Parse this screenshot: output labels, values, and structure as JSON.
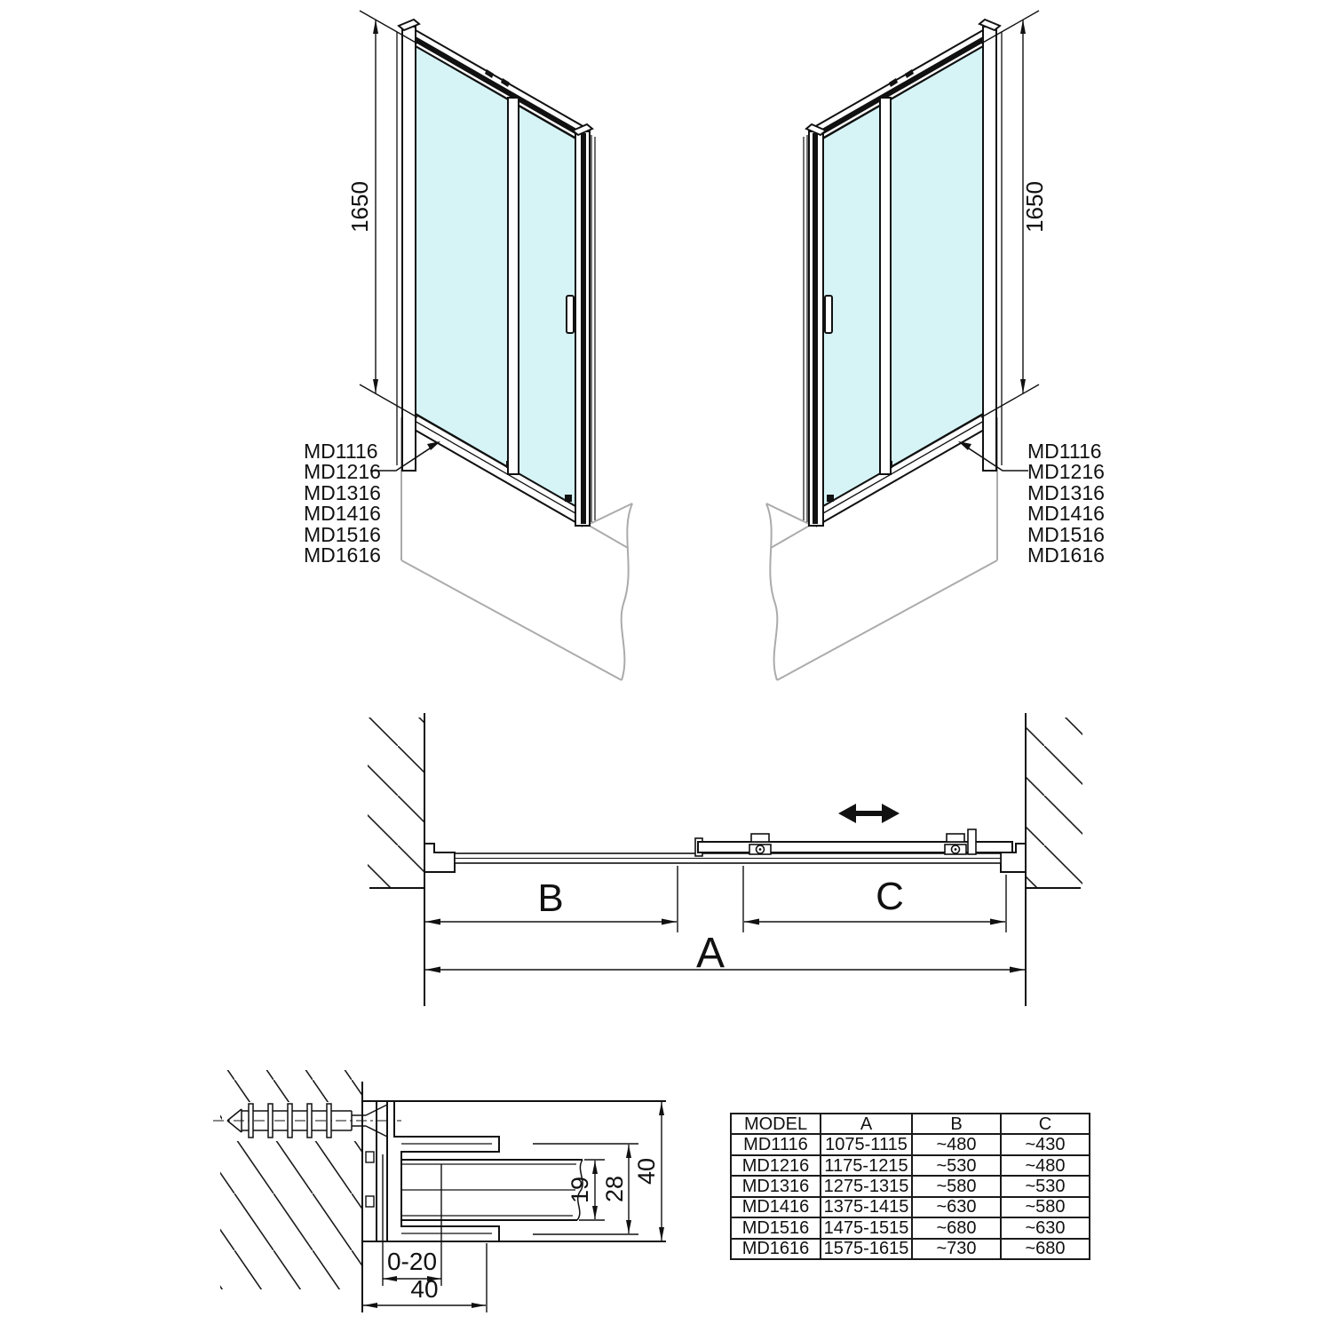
{
  "drawing": {
    "kind": "sliding bath screen dimension diagram",
    "glass_color": "#d6f4f6",
    "line_color": "#111111",
    "tub_line_color": "#ababab"
  },
  "elevation_left": {
    "height_label": "1650",
    "models": [
      "MD1116",
      "MD1216",
      "MD1316",
      "MD1416",
      "MD1516",
      "MD1616"
    ]
  },
  "elevation_right": {
    "height_label": "1650",
    "models": [
      "MD1116",
      "MD1216",
      "MD1316",
      "MD1416",
      "MD1516",
      "MD1616"
    ]
  },
  "plan": {
    "dim_b": "B",
    "dim_c": "C",
    "dim_a": "A"
  },
  "section": {
    "dim_gap": "0-20",
    "dim_depth": "40",
    "dim_glass_pocket": "19",
    "dim_profile_inner": "28",
    "dim_profile_outer": "40"
  },
  "table": {
    "headers": [
      "MODEL",
      "A",
      "B",
      "C"
    ],
    "rows": [
      [
        "MD1116",
        "1075-1115",
        "~480",
        "~430"
      ],
      [
        "MD1216",
        "1175-1215",
        "~530",
        "~480"
      ],
      [
        "MD1316",
        "1275-1315",
        "~580",
        "~530"
      ],
      [
        "MD1416",
        "1375-1415",
        "~630",
        "~580"
      ],
      [
        "MD1516",
        "1475-1515",
        "~680",
        "~630"
      ],
      [
        "MD1616",
        "1575-1615",
        "~730",
        "~680"
      ]
    ]
  }
}
